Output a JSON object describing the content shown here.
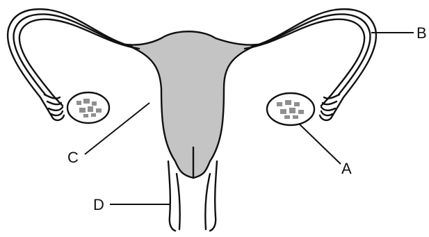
{
  "diagram": {
    "labels": {
      "a": "A",
      "b": "B",
      "c": "C",
      "d": "D"
    },
    "colors": {
      "tissue_fill": "#c4c4c4",
      "outline": "#111111",
      "background": "#ffffff"
    }
  }
}
